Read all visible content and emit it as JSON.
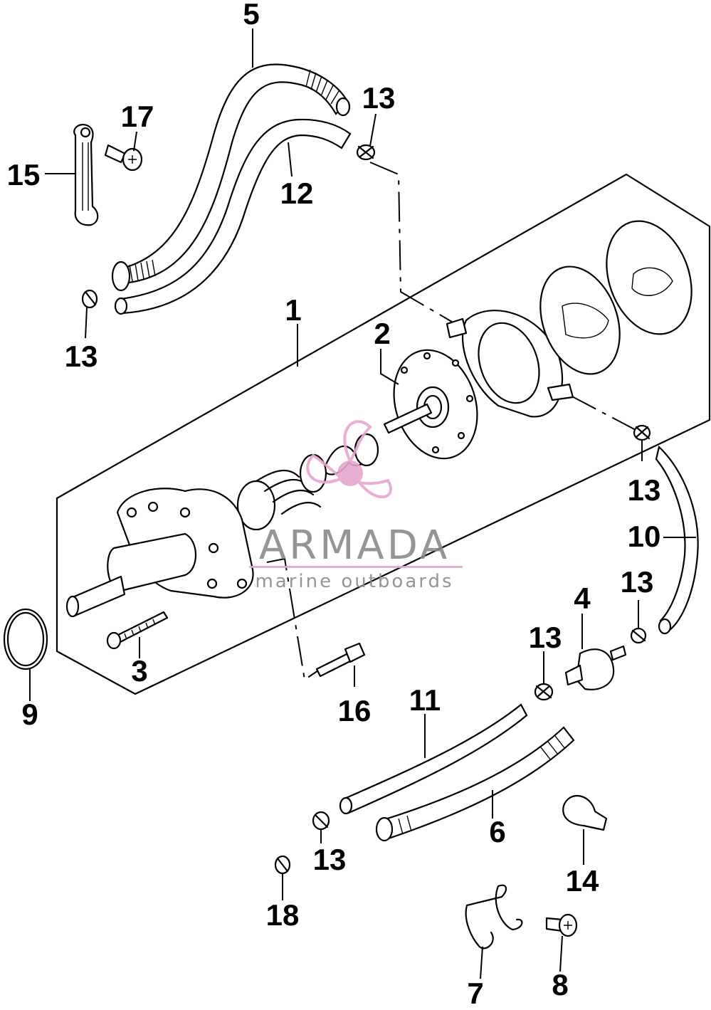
{
  "watermark": {
    "brand": "ARMADA",
    "tagline": "marine outboards",
    "accent_color": "#e7a6cf",
    "text_color": "#8a8a8a"
  },
  "callouts": {
    "p1": "1",
    "p2": "2",
    "p3": "3",
    "p4": "4",
    "p5": "5",
    "p6": "6",
    "p7": "7",
    "p8": "8",
    "p9": "9",
    "p10": "10",
    "p11": "11",
    "p12": "12",
    "p13a": "13",
    "p13b": "13",
    "p13c": "13",
    "p13d": "13",
    "p13e": "13",
    "p13f": "13",
    "p14": "14",
    "p15": "15",
    "p16": "16",
    "p17": "17",
    "p18": "18"
  }
}
